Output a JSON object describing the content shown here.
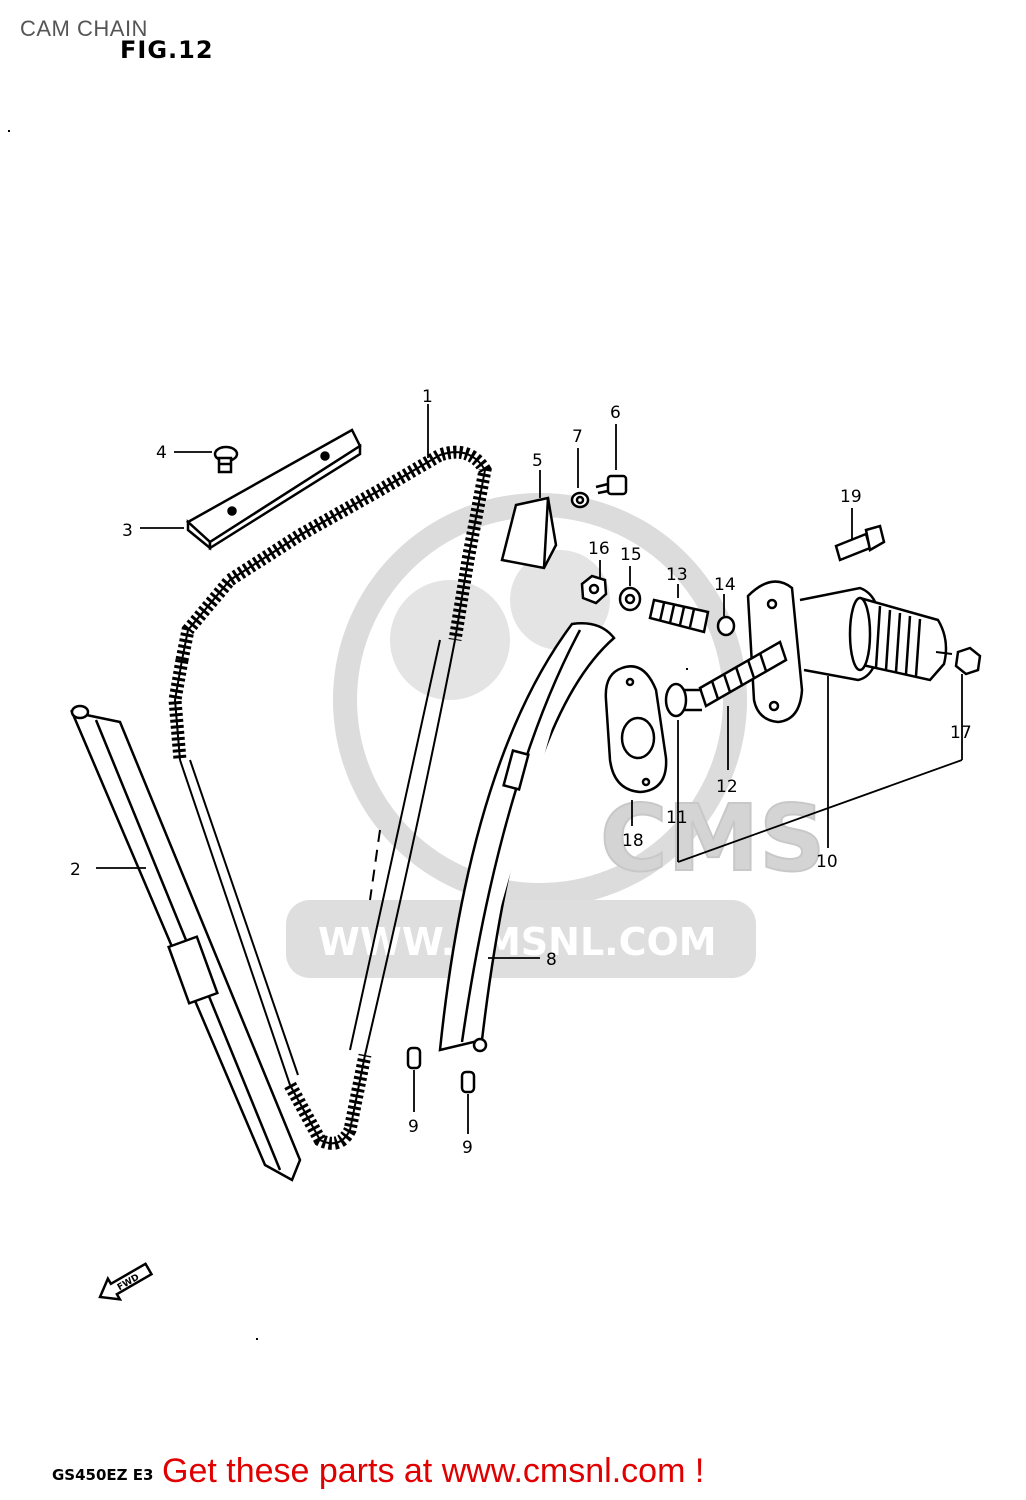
{
  "header": {
    "page_title": "CAM CHAIN",
    "figure_title": "FIG.12"
  },
  "watermark": {
    "brand": "CMS",
    "url": "WWW.CMSNL.COM"
  },
  "diagram": {
    "callouts": [
      {
        "id": "c1",
        "label": "1"
      },
      {
        "id": "c2",
        "label": "2"
      },
      {
        "id": "c3",
        "label": "3"
      },
      {
        "id": "c4",
        "label": "4"
      },
      {
        "id": "c5",
        "label": "5"
      },
      {
        "id": "c6",
        "label": "6"
      },
      {
        "id": "c7",
        "label": "7"
      },
      {
        "id": "c8",
        "label": "8"
      },
      {
        "id": "c9a",
        "label": "9"
      },
      {
        "id": "c9b",
        "label": "9"
      },
      {
        "id": "c10",
        "label": "10"
      },
      {
        "id": "c11",
        "label": "11"
      },
      {
        "id": "c12",
        "label": "12"
      },
      {
        "id": "c13",
        "label": "13"
      },
      {
        "id": "c14",
        "label": "14"
      },
      {
        "id": "c15",
        "label": "15"
      },
      {
        "id": "c16",
        "label": "16"
      },
      {
        "id": "c17",
        "label": "17"
      },
      {
        "id": "c18",
        "label": "18"
      },
      {
        "id": "c19",
        "label": "19"
      }
    ],
    "fwd_label": "FWD"
  },
  "footer": {
    "model_code": "GS450EZ E3",
    "link_text": "Get these parts at www.cmsnl.com !"
  },
  "colors": {
    "footer_link": "#e00000",
    "watermark": "#d9d9d9",
    "line": "#000000"
  }
}
